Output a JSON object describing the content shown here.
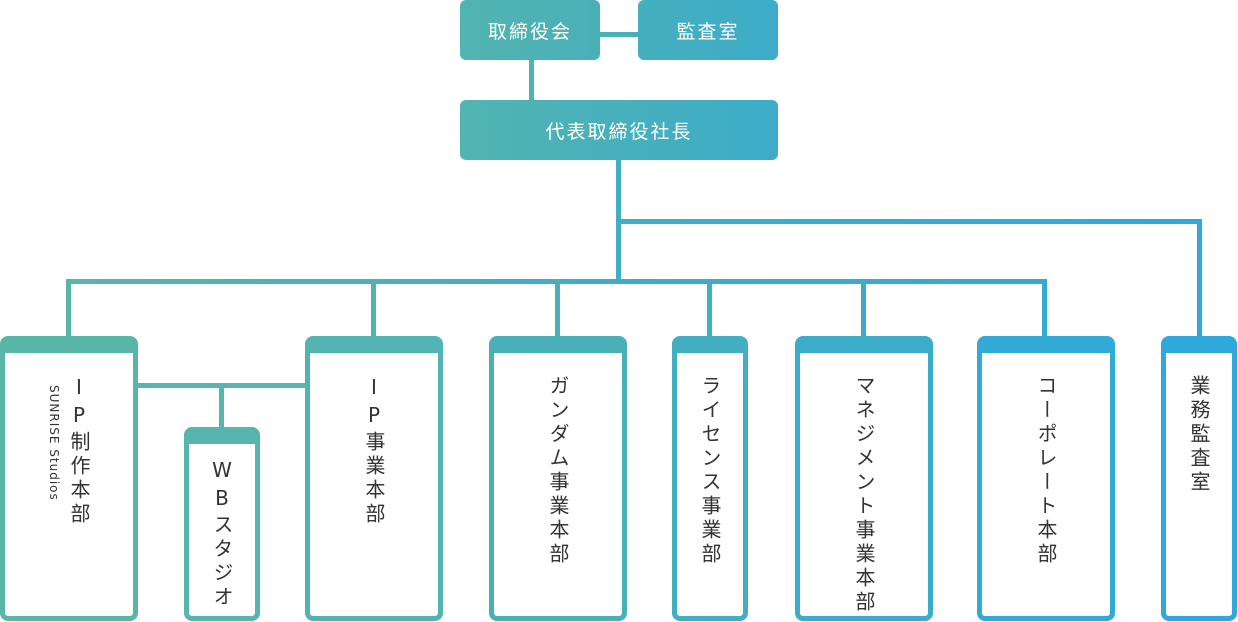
{
  "colors": {
    "teal_green": "#58b6a8",
    "teal": "#4ab0b8",
    "cyan": "#3dacc9",
    "blue": "#2fa9dc",
    "text": "#333333",
    "box_text": "#ffffff"
  },
  "top": {
    "board": "取締役会",
    "audit_office": "監査室",
    "president": "代表取締役社長"
  },
  "departments": [
    {
      "id": "ip-production",
      "label": "IP制作本部",
      "chars": [
        "I",
        "P",
        "制",
        "作",
        "本",
        "部"
      ],
      "sublabel": "SUNRISE Studios"
    },
    {
      "id": "wb-studio",
      "label": "WBスタジオ",
      "chars": [
        "W",
        "B",
        "ス",
        "タ",
        "ジ",
        "オ"
      ]
    },
    {
      "id": "ip-business",
      "label": "IP事業本部",
      "chars": [
        "I",
        "P",
        "事",
        "業",
        "本",
        "部"
      ]
    },
    {
      "id": "gundam",
      "label": "ガンダム事業本部",
      "chars": [
        "ガ",
        "ン",
        "ダ",
        "ム",
        "事",
        "業",
        "本",
        "部"
      ]
    },
    {
      "id": "license",
      "label": "ライセンス事業部",
      "chars": [
        "ラ",
        "イ",
        "セ",
        "ン",
        "ス",
        "事",
        "業",
        "部"
      ]
    },
    {
      "id": "management",
      "label": "マネジメント事業本部",
      "chars": [
        "マ",
        "ネ",
        "ジ",
        "メ",
        "ン",
        "ト",
        "事",
        "業",
        "本",
        "部"
      ]
    },
    {
      "id": "corporate",
      "label": "コーポレート本部",
      "chars": [
        "コ",
        "ー",
        "ポ",
        "レ",
        "ー",
        "ト",
        "本",
        "部"
      ]
    },
    {
      "id": "internal-audit",
      "label": "業務監査室",
      "chars": [
        "業",
        "務",
        "監",
        "査",
        "室"
      ]
    }
  ]
}
